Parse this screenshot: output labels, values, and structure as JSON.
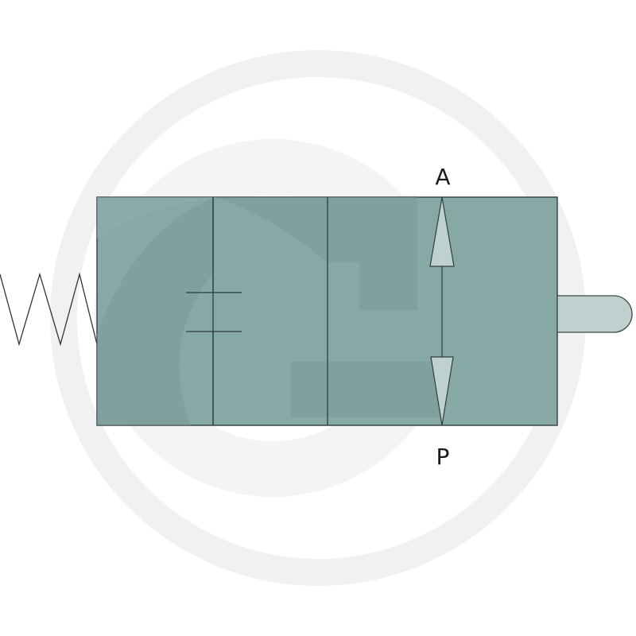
{
  "diagram": {
    "type": "hydraulic-valve-symbol",
    "description": "2-position valve with spring return and push-button actuator",
    "ports": {
      "top_label": "A",
      "bottom_label": "P"
    },
    "colors": {
      "body_fill": "#86a9a6",
      "body_stroke": "#2f3d3c",
      "arrow_fill": "#bfd1ce",
      "plunger_fill": "#bfd1ce",
      "watermark": "#f0f0f0",
      "watermark_inner": "#7e9d9a"
    }
  }
}
